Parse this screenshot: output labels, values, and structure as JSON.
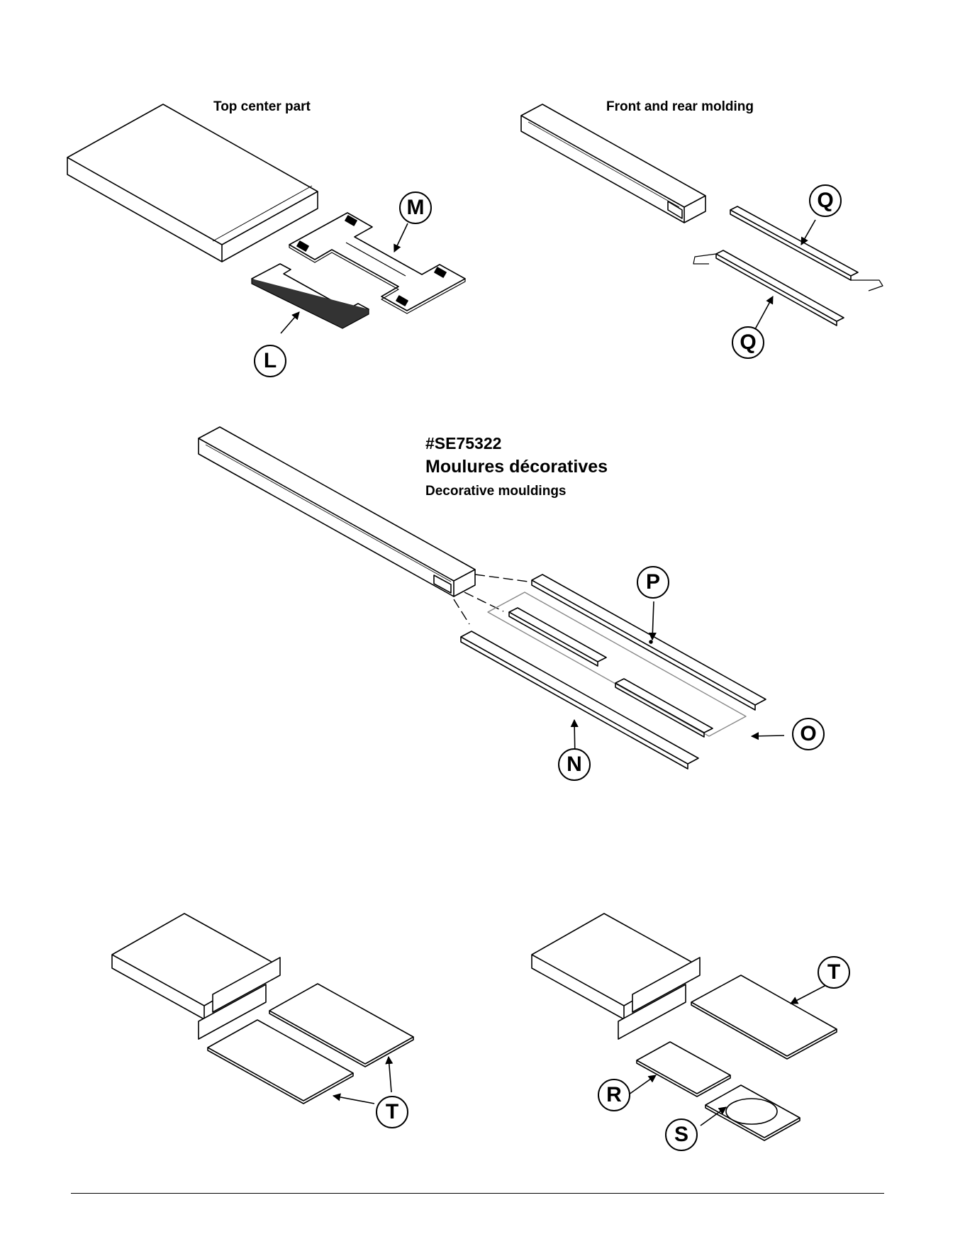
{
  "sections": {
    "top_center": "Top center part",
    "front_rear": "Front and rear molding"
  },
  "title": {
    "code": "#SE75322",
    "french": "Moulures décoratives",
    "english": "Decorative mouldings"
  },
  "callouts": {
    "m": "M",
    "l": "L",
    "q1": "Q",
    "q2": "Q",
    "p": "P",
    "o": "O",
    "n": "N",
    "t1": "T",
    "t2": "T",
    "r": "R",
    "s": "S"
  }
}
